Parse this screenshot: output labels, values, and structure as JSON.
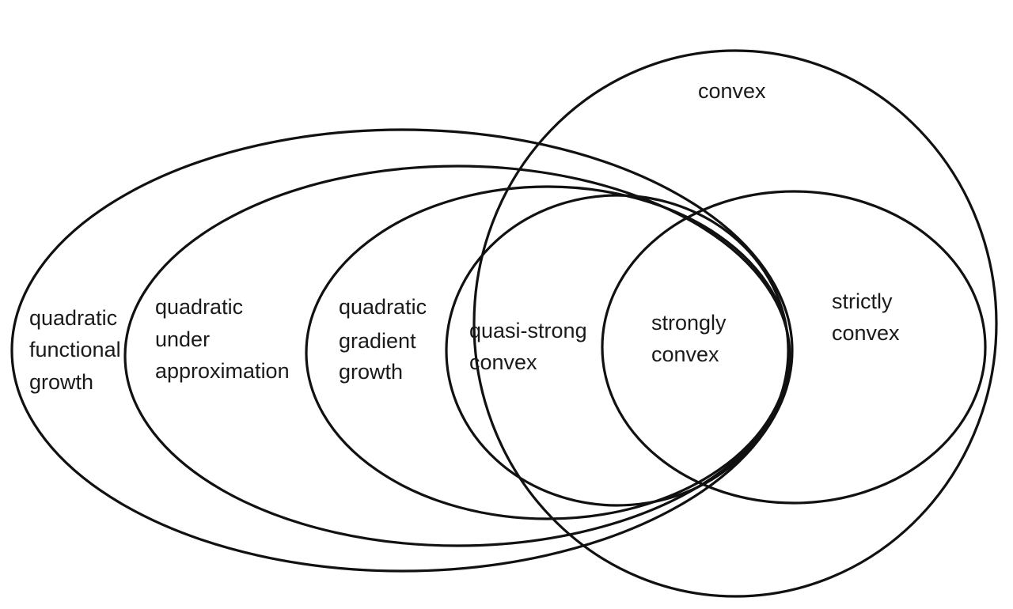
{
  "colors": {
    "background": "#ffffff",
    "outline": "#111111",
    "text": "#1a1a1a"
  },
  "sets": {
    "convex": {
      "lines": [
        "convex"
      ]
    },
    "strictly_convex": {
      "lines": [
        "strictly",
        "convex"
      ]
    },
    "strongly_convex": {
      "lines": [
        "strongly",
        "convex"
      ]
    },
    "quasi_strong_convex": {
      "lines": [
        "quasi-strong",
        "convex"
      ]
    },
    "quadratic_gradient_growth": {
      "lines": [
        "quadratic",
        "gradient",
        "growth"
      ]
    },
    "quadratic_under_approximation": {
      "lines": [
        "quadratic",
        "under",
        "approximation"
      ]
    },
    "quadratic_functional_growth": {
      "lines": [
        "quadratic",
        "functional",
        "growth"
      ]
    }
  }
}
